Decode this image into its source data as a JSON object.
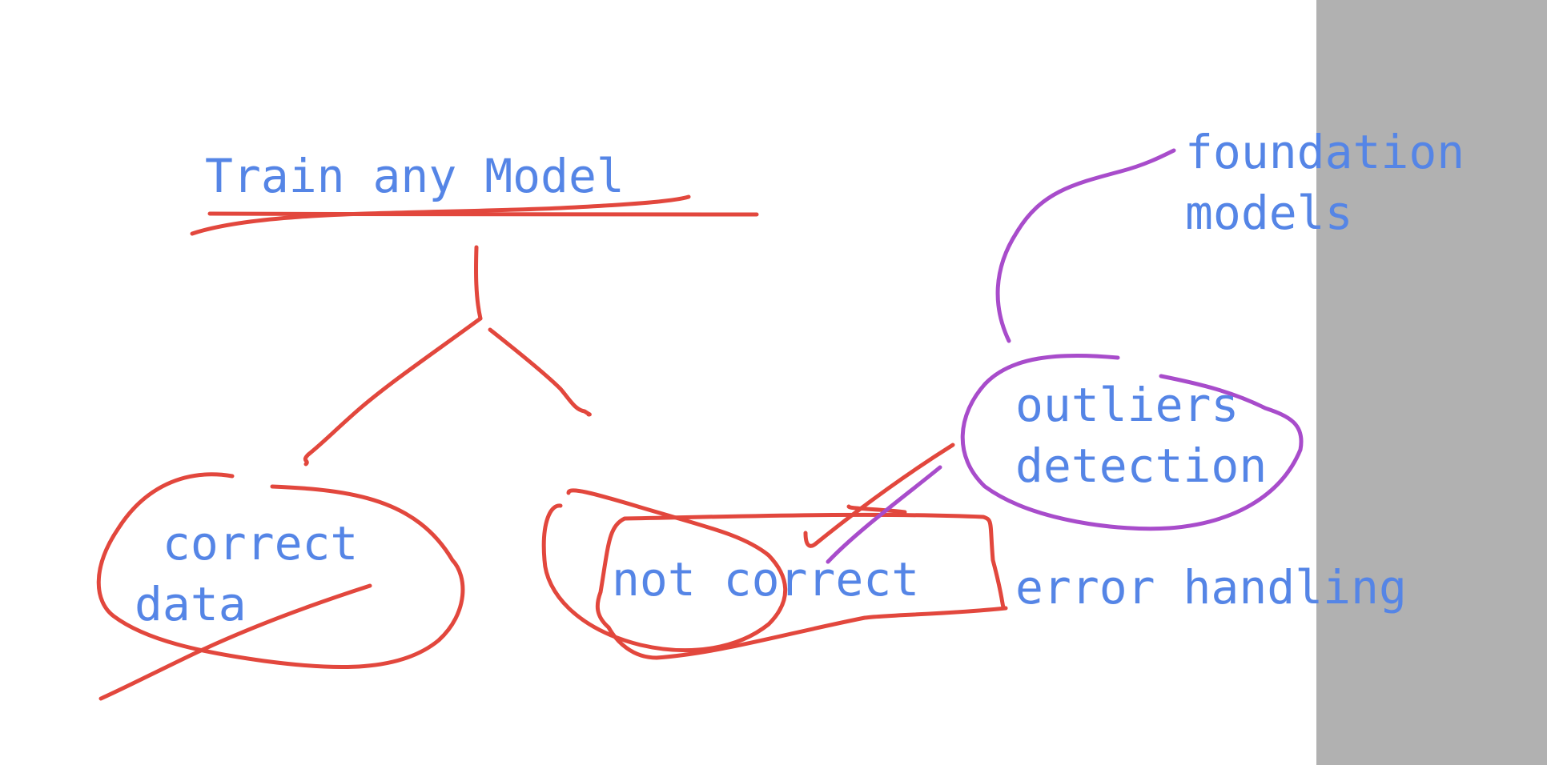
{
  "colors": {
    "background": "#ffffff",
    "side_panel": "#b1b1b1",
    "text": "#5585e6",
    "red_ink": "#e2473d",
    "purple_ink": "#a84ccb"
  },
  "labels": {
    "title": "Train any Model",
    "correct_data": " correct\ndata",
    "not_correct": "not correct",
    "outliers_detection": "outliers\ndetection",
    "error_handling": "error handling",
    "foundation_models": "foundation\nmodels"
  }
}
